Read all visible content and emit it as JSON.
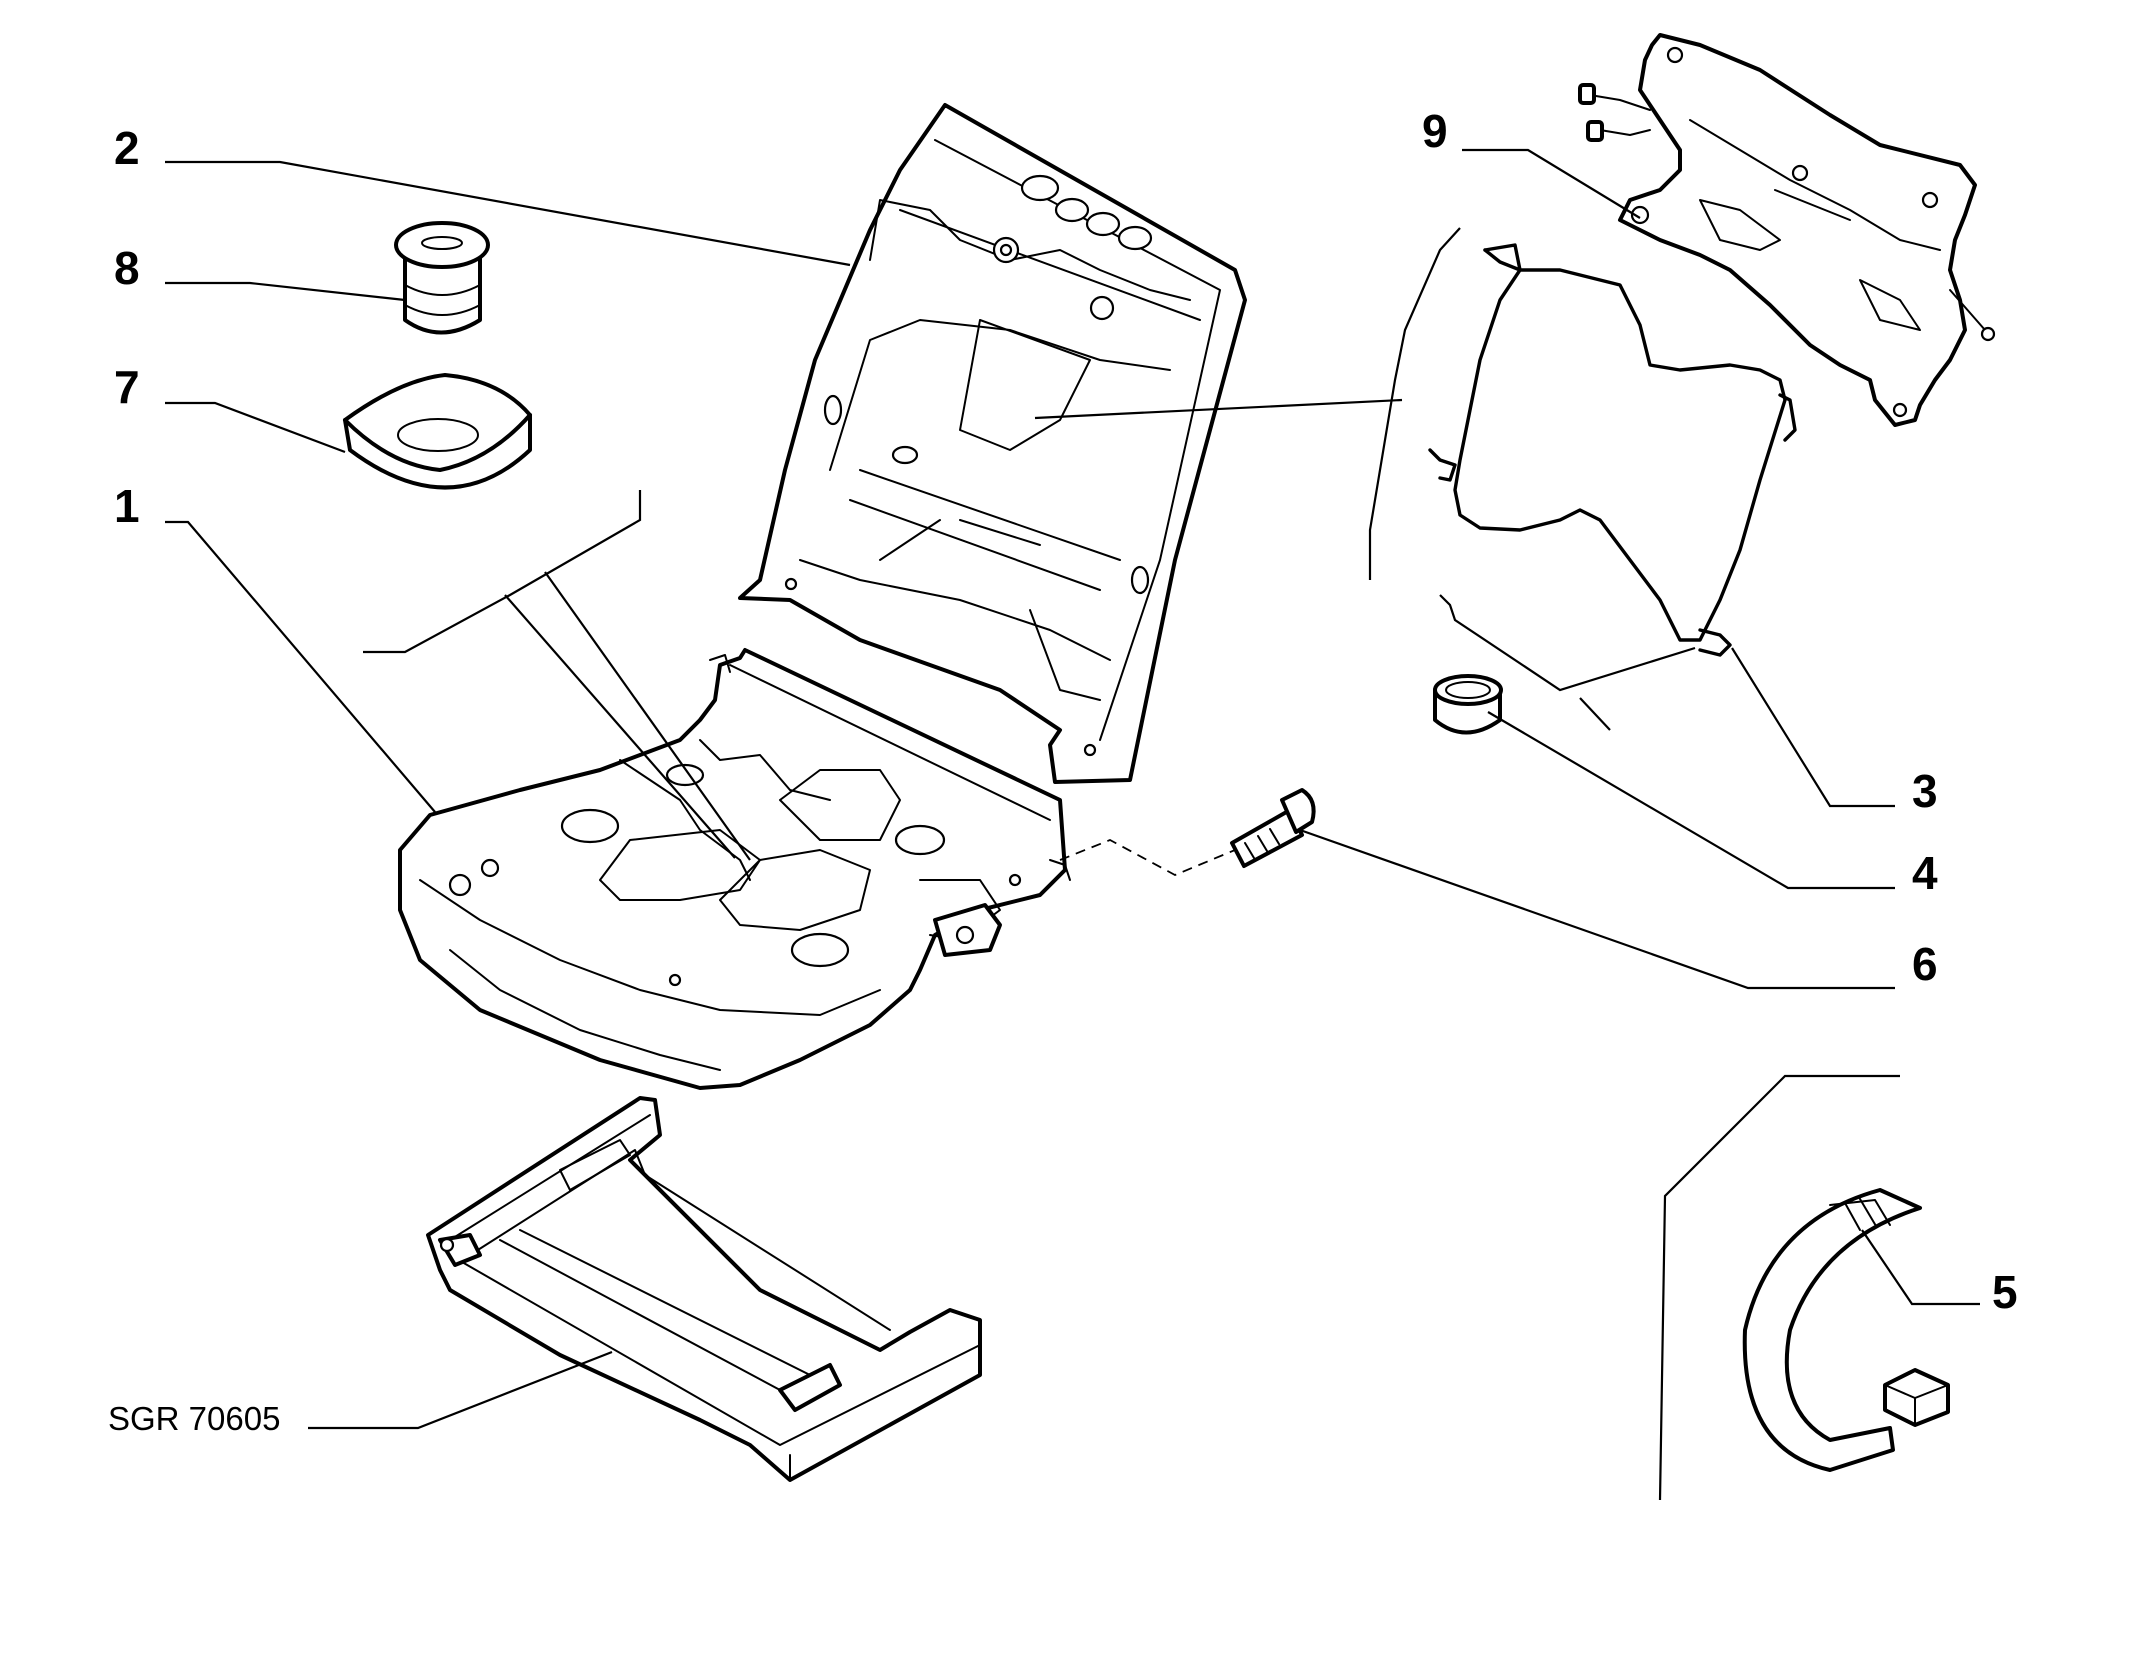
{
  "callouts": {
    "c1": "1",
    "c2": "2",
    "c3": "3",
    "c4": "4",
    "c5": "5",
    "c6": "6",
    "c7": "7",
    "c8": "8",
    "c9": "9"
  },
  "drawing_code": "SGR 70605"
}
